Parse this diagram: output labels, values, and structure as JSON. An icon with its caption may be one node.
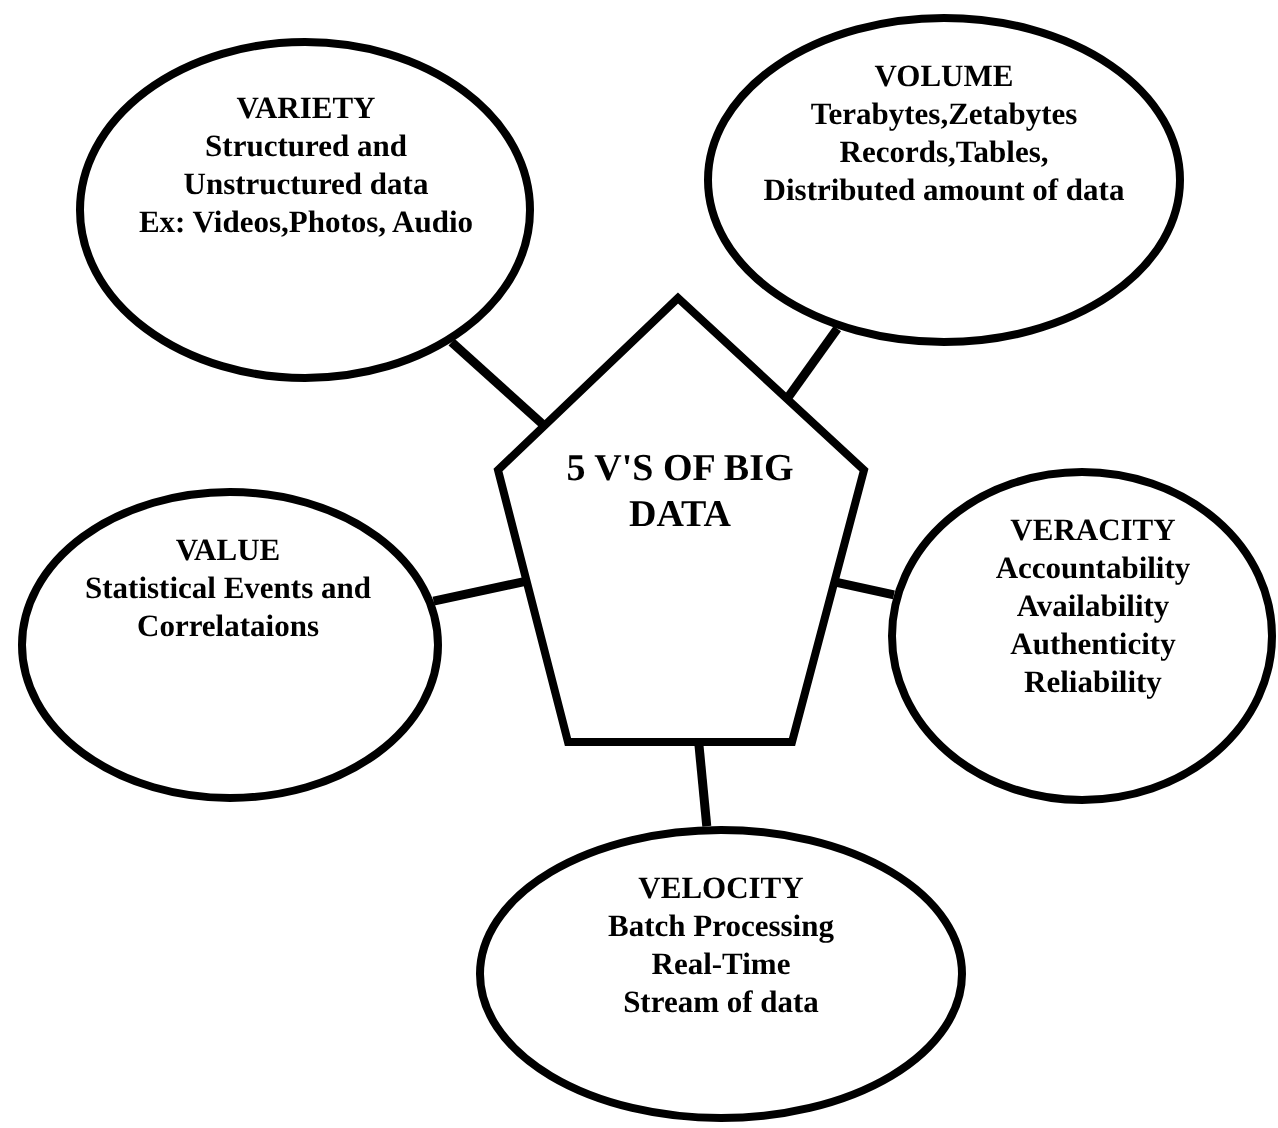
{
  "diagram": {
    "nodes": [
      {
        "text": [
          "VARIETY",
          "Structured and Unstructured data",
          "Ex: Videos,Photos, Audio"
        ]
      },
      {
        "text": [
          "VOLUME",
          "Terabytes,Zetabytes",
          "Records,Tables,",
          "Distributed amount of data"
        ]
      },
      {
        "text": [
          "5 V'S OF BIG DATA"
        ]
      },
      {
        "text": [
          "VALUE",
          "Statistical Events and Correlataions"
        ]
      },
      {
        "text": [
          "VERACITY",
          "Accountability",
          "Availability",
          "Authenticity",
          "Reliability"
        ]
      },
      {
        "text": [
          "VELOCITY",
          "Batch Processing",
          "Real-Time",
          "Stream of data"
        ]
      }
    ],
    "edges": [
      {
        "from": 0,
        "to": 2,
        "arrow": "none"
      },
      {
        "from": 1,
        "to": 2,
        "arrow": "none"
      },
      {
        "from": 3,
        "to": 2,
        "arrow": "none"
      },
      {
        "from": 4,
        "to": 2,
        "arrow": "none"
      },
      {
        "from": 5,
        "to": 2,
        "arrow": "none"
      }
    ]
  }
}
